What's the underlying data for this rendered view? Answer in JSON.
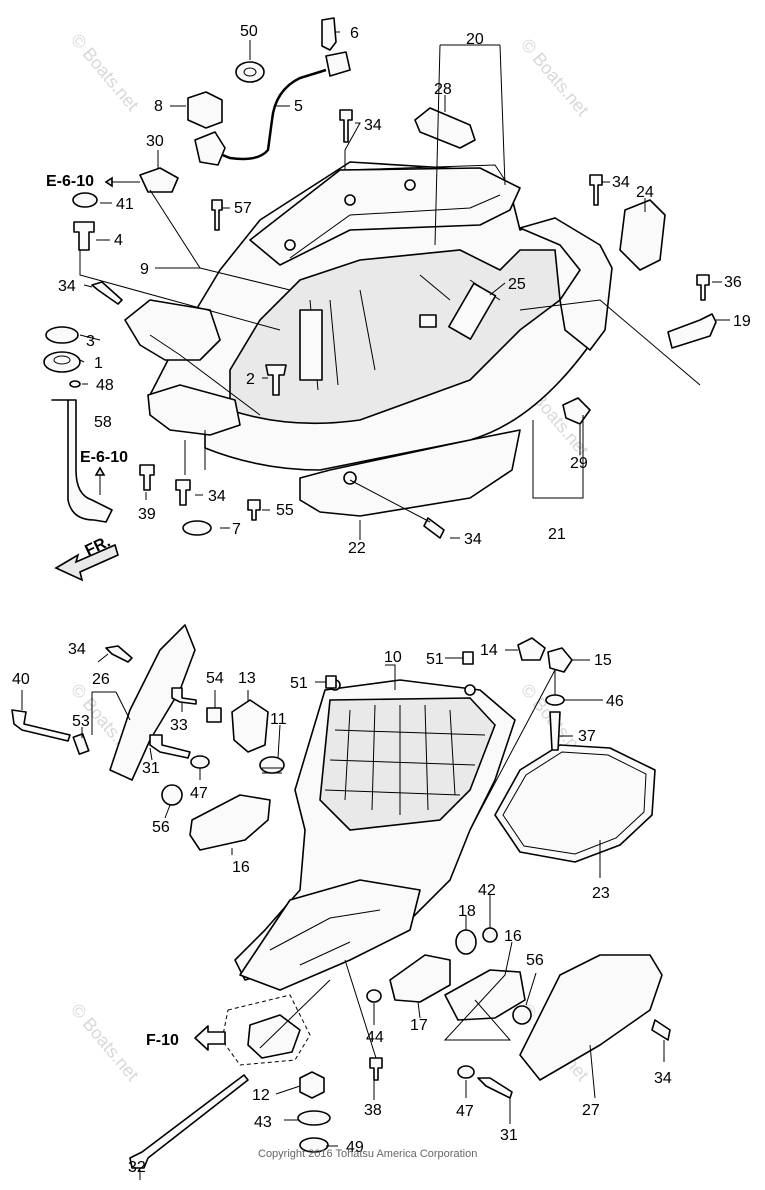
{
  "callouts": {
    "c50": "50",
    "c6": "6",
    "c20": "20",
    "c28": "28",
    "c8": "8",
    "c5": "5",
    "c34a": "34",
    "c30": "30",
    "c41": "41",
    "c57": "57",
    "c34b": "34",
    "c24": "24",
    "c4": "4",
    "c9": "9",
    "c34c": "34",
    "c25": "25",
    "c36": "36",
    "c19": "19",
    "c3": "3",
    "c1": "1",
    "c48": "48",
    "c2": "2",
    "c58": "58",
    "c29": "29",
    "c39": "39",
    "c34d": "34",
    "c55": "55",
    "c7": "7",
    "c21": "21",
    "c22": "22",
    "c34e": "34",
    "c34f": "34",
    "c26": "26",
    "c40": "40",
    "c53": "53",
    "c33": "33",
    "c54": "54",
    "c13": "13",
    "c10": "10",
    "c51a": "51",
    "c51b": "51",
    "c14": "14",
    "c15": "15",
    "c46": "46",
    "c37": "37",
    "c11": "11",
    "c31a": "31",
    "c47a": "47",
    "c56a": "56",
    "c16a": "16",
    "c23": "23",
    "c18": "18",
    "c42": "42",
    "c16b": "16",
    "c56b": "56",
    "c17": "17",
    "c44": "44",
    "c12": "12",
    "c43": "43",
    "c49": "49",
    "c38": "38",
    "c47b": "47",
    "c31b": "31",
    "c27": "27",
    "c34g": "34",
    "c32": "32"
  },
  "refs": {
    "e610_top": "E-6-10",
    "e610_mid": "E-6-10",
    "fr": "FR.",
    "f10": "F-10"
  },
  "watermark": "© Boats.net",
  "copyright": "Copyright 2016 Tohatsu America Corporation"
}
